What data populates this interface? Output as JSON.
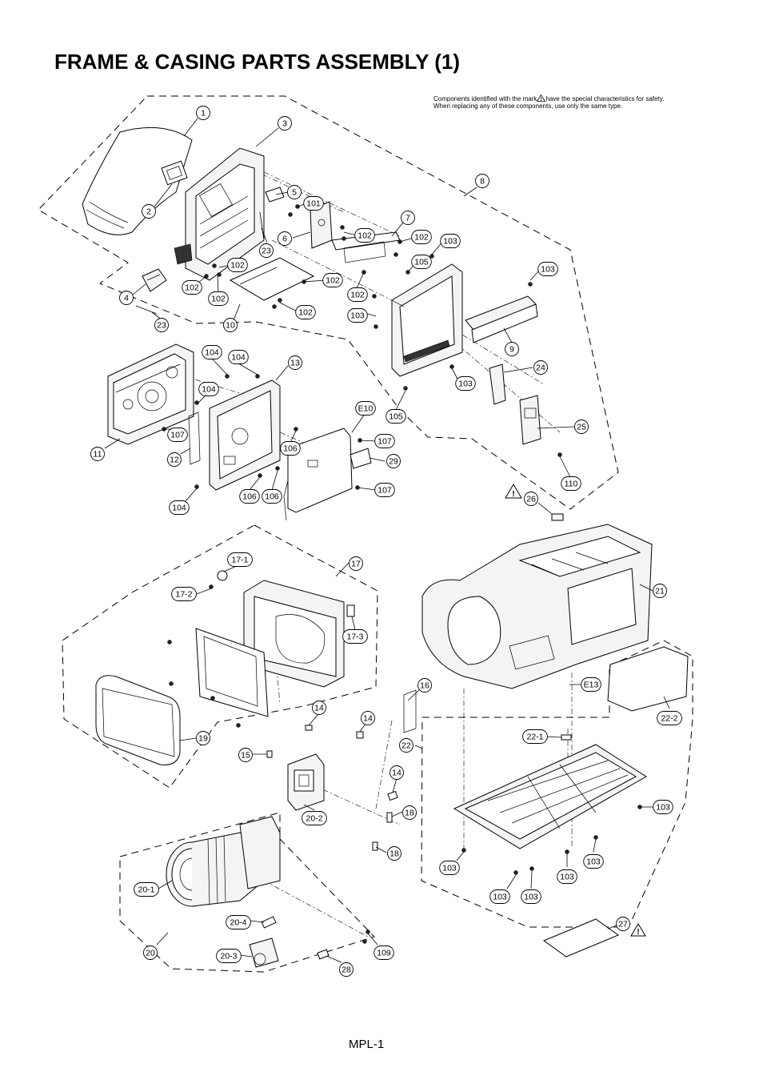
{
  "page": {
    "title": "FRAME & CASING PARTS ASSEMBLY (1)",
    "safety_note": {
      "line1_before": "Components identified with the mark",
      "line1_after": "have the special characteristics for safety.",
      "line2": "When replacing any of these components, use only the same type."
    },
    "footer": "MPL-1"
  },
  "callouts": [
    {
      "id": "c-1",
      "label": "1"
    },
    {
      "id": "c-3",
      "label": "3"
    },
    {
      "id": "c-2",
      "label": "2"
    },
    {
      "id": "c-5",
      "label": "5"
    },
    {
      "id": "c-101",
      "label": "101"
    },
    {
      "id": "c-8",
      "label": "8"
    },
    {
      "id": "c-7",
      "label": "7"
    },
    {
      "id": "c-6",
      "label": "6"
    },
    {
      "id": "c-102a",
      "label": "102"
    },
    {
      "id": "c-102b",
      "label": "102"
    },
    {
      "id": "c-103a",
      "label": "103"
    },
    {
      "id": "c-23a",
      "label": "23"
    },
    {
      "id": "c-105a",
      "label": "105"
    },
    {
      "id": "c-102c",
      "label": "102"
    },
    {
      "id": "c-103b",
      "label": "103"
    },
    {
      "id": "c-102d",
      "label": "102"
    },
    {
      "id": "c-4",
      "label": "4"
    },
    {
      "id": "c-102e",
      "label": "102"
    },
    {
      "id": "c-102f",
      "label": "102"
    },
    {
      "id": "c-102g",
      "label": "102"
    },
    {
      "id": "c-102h",
      "label": "102"
    },
    {
      "id": "c-103c",
      "label": "103"
    },
    {
      "id": "c-23b",
      "label": "23"
    },
    {
      "id": "c-10",
      "label": "10"
    },
    {
      "id": "c-9",
      "label": "9"
    },
    {
      "id": "c-104a",
      "label": "104"
    },
    {
      "id": "c-104b",
      "label": "104"
    },
    {
      "id": "c-13",
      "label": "13"
    },
    {
      "id": "c-24",
      "label": "24"
    },
    {
      "id": "c-103d",
      "label": "103"
    },
    {
      "id": "c-104c",
      "label": "104"
    },
    {
      "id": "c-E10",
      "label": "E10"
    },
    {
      "id": "c-105b",
      "label": "105"
    },
    {
      "id": "c-25",
      "label": "25"
    },
    {
      "id": "c-107a",
      "label": "107"
    },
    {
      "id": "c-106a",
      "label": "106"
    },
    {
      "id": "c-107b",
      "label": "107"
    },
    {
      "id": "c-11",
      "label": "11"
    },
    {
      "id": "c-12",
      "label": "12"
    },
    {
      "id": "c-29",
      "label": "29"
    },
    {
      "id": "c-107c",
      "label": "107"
    },
    {
      "id": "c-106b",
      "label": "106"
    },
    {
      "id": "c-106c",
      "label": "106"
    },
    {
      "id": "c-110",
      "label": "110"
    },
    {
      "id": "c-104d",
      "label": "104"
    },
    {
      "id": "c-26",
      "label": "26"
    },
    {
      "id": "c-17-1",
      "label": "17-1"
    },
    {
      "id": "c-17",
      "label": "17"
    },
    {
      "id": "c-17-2",
      "label": "17-2"
    },
    {
      "id": "c-21",
      "label": "21"
    },
    {
      "id": "c-17-3",
      "label": "17-3"
    },
    {
      "id": "c-16",
      "label": "16"
    },
    {
      "id": "c-E13",
      "label": "E13"
    },
    {
      "id": "c-14a",
      "label": "14"
    },
    {
      "id": "c-14b",
      "label": "14"
    },
    {
      "id": "c-22-2",
      "label": "22-2"
    },
    {
      "id": "c-19",
      "label": "19"
    },
    {
      "id": "c-22-1",
      "label": "22-1"
    },
    {
      "id": "c-15",
      "label": "15"
    },
    {
      "id": "c-22",
      "label": "22"
    },
    {
      "id": "c-14c",
      "label": "14"
    },
    {
      "id": "c-103e",
      "label": "103"
    },
    {
      "id": "c-18a",
      "label": "18"
    },
    {
      "id": "c-20-2",
      "label": "20-2"
    },
    {
      "id": "c-18b",
      "label": "18"
    },
    {
      "id": "c-103f",
      "label": "103"
    },
    {
      "id": "c-103g",
      "label": "103"
    },
    {
      "id": "c-103h",
      "label": "103"
    },
    {
      "id": "c-20-1",
      "label": "20-1"
    },
    {
      "id": "c-103i",
      "label": "103"
    },
    {
      "id": "c-103j",
      "label": "103"
    },
    {
      "id": "c-20-4",
      "label": "20-4"
    },
    {
      "id": "c-27",
      "label": "27"
    },
    {
      "id": "c-20",
      "label": "20"
    },
    {
      "id": "c-20-3",
      "label": "20-3"
    },
    {
      "id": "c-109",
      "label": "109"
    },
    {
      "id": "c-28",
      "label": "28"
    }
  ],
  "warning_marks": [
    {
      "id": "w-26",
      "symbol": "!"
    },
    {
      "id": "w-27",
      "symbol": "!"
    }
  ]
}
